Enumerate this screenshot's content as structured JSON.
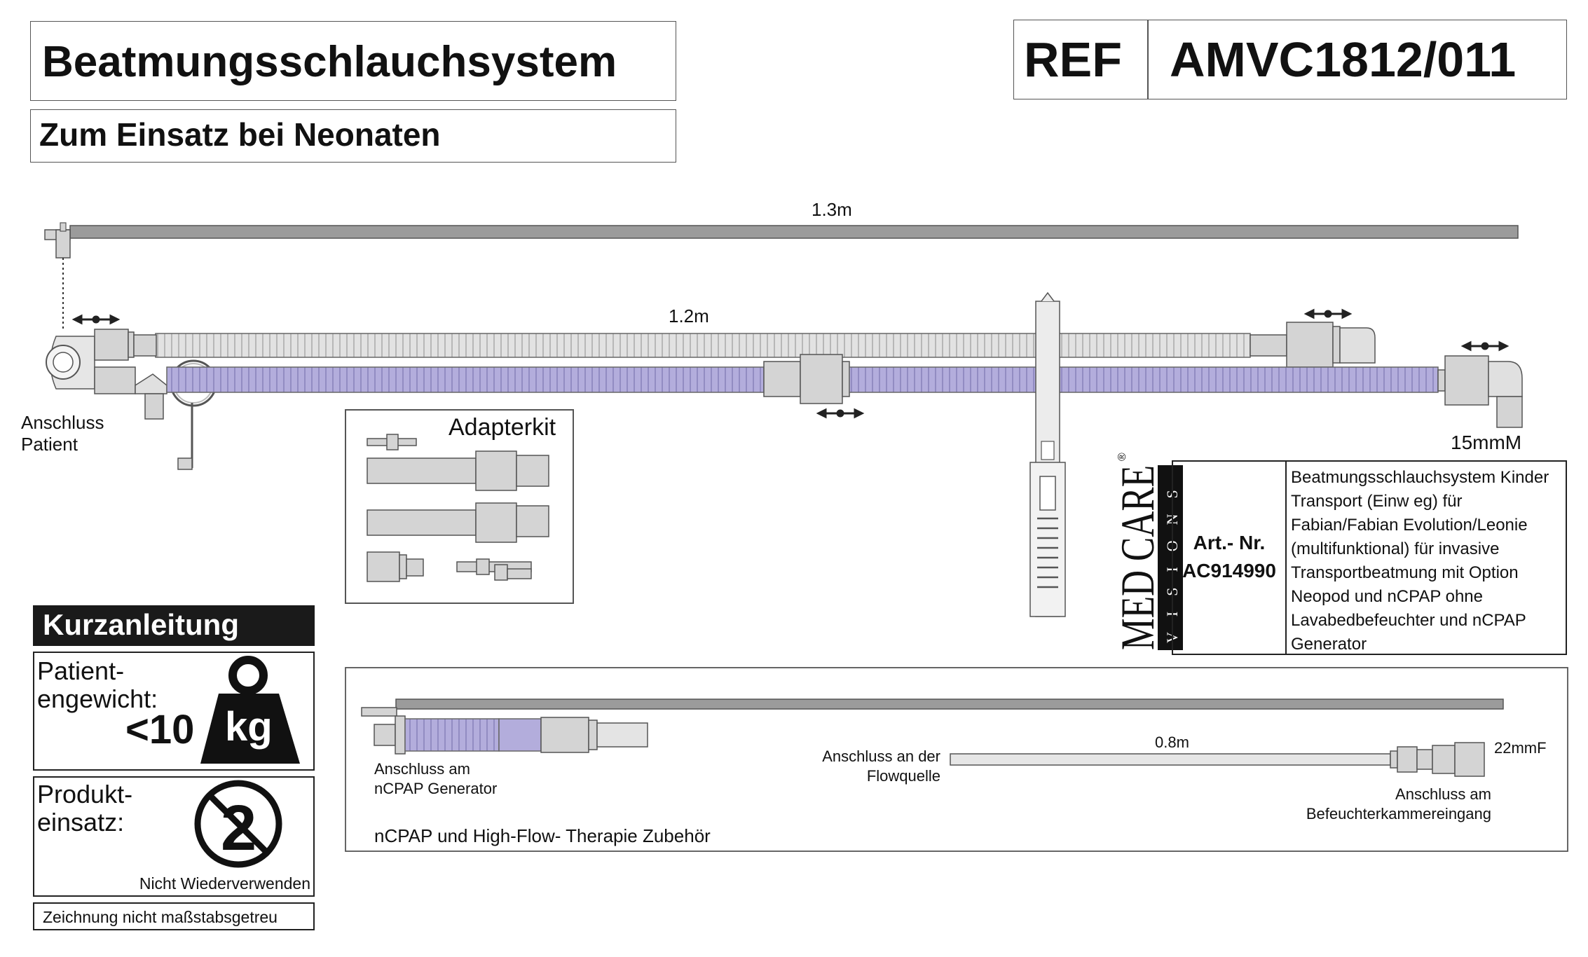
{
  "header": {
    "title": "Beatmungsschlauchsystem",
    "subtitle": "Zum Einsatz bei Neonaten",
    "ref_label": "REF",
    "ref_number": "AMVC1812/011"
  },
  "diagram": {
    "length_top": "1.3m",
    "length_main": "1.2m",
    "patient_connection": "Anschluss\nPatient",
    "right_connector": "15mmM",
    "adapterkit_title": "Adapterkit"
  },
  "brand": {
    "name": "MED CARE",
    "tagline": "VISIONS",
    "registered": "®"
  },
  "article": {
    "label": "Art.- Nr.",
    "number": "AC914990",
    "description": "Beatmungsschlauchsystem Kinder Transport (Einw eg) für Fabian/Fabian Evolution/Leonie (multifunktional) für invasive Transportbeatmung mit Option Neopod und nCPAP ohne Lavabedbefeuchter und nCPAP Generator"
  },
  "accessories": {
    "ncpap_connection": "Anschluss am\nnCPAP Generator",
    "flow_source": "Anschluss an der\nFlowquelle",
    "length": "0.8m",
    "connector": "22mmF",
    "humidifier": "Anschluss am\nBefeuchterkammereingang",
    "caption": "nCPAP und High-Flow- Therapie Zubehör"
  },
  "guide": {
    "heading": "Kurzanleitung",
    "weight_label": "Patient-\nengewicht:",
    "weight_value": "<10",
    "weight_unit": "kg",
    "usage_label": "Produkt-\neinsatz:",
    "usage_text": "Nicht Wiederverwenden",
    "usage_symbol": "2",
    "scale_note": "Zeichnung nicht maßstabsgetreu"
  },
  "colors": {
    "purple_tube": "#a8a3d6",
    "grey_tube": "#dcdcdc",
    "dark_line": "#8a8a8a",
    "connector": "#d4d4d4"
  }
}
